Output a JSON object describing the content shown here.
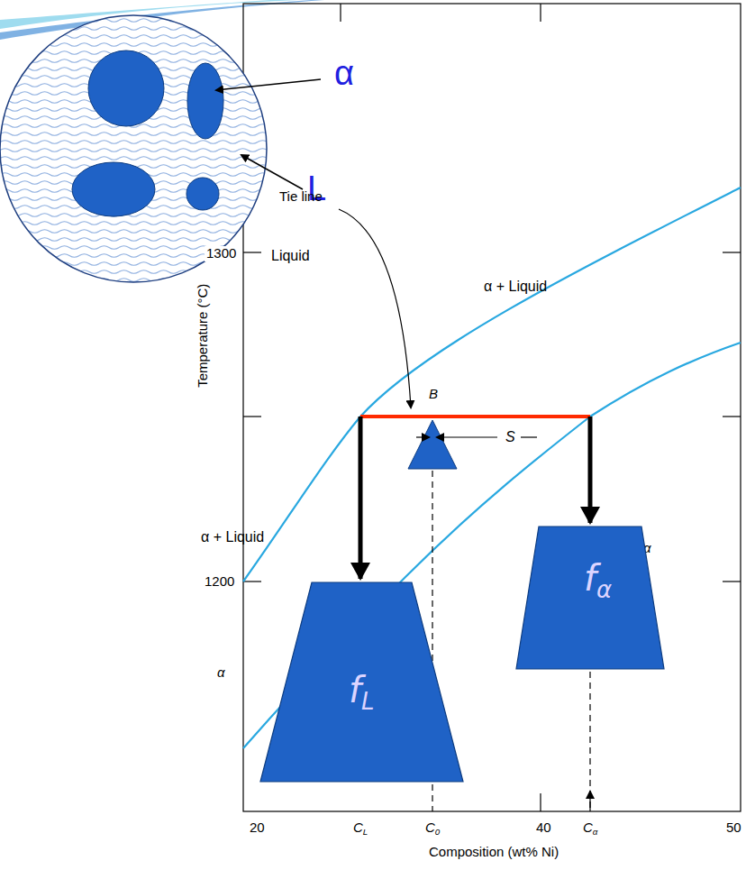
{
  "diagram": {
    "nodes": [
      {
        "text": [
          "fL"
        ]
      },
      {
        "text": [
          "fα"
        ]
      }
    ],
    "labels": [
      "α",
      "L",
      "1300",
      "Liquid",
      "Temperature (°C)",
      "Tie line",
      "B",
      "α + Liquid",
      "α + Liquid",
      "α",
      "1200",
      "S",
      "α",
      "20",
      "40",
      "50",
      "CL",
      "C0",
      "Cα",
      "Composition (wt% Ni)"
    ]
  }
}
